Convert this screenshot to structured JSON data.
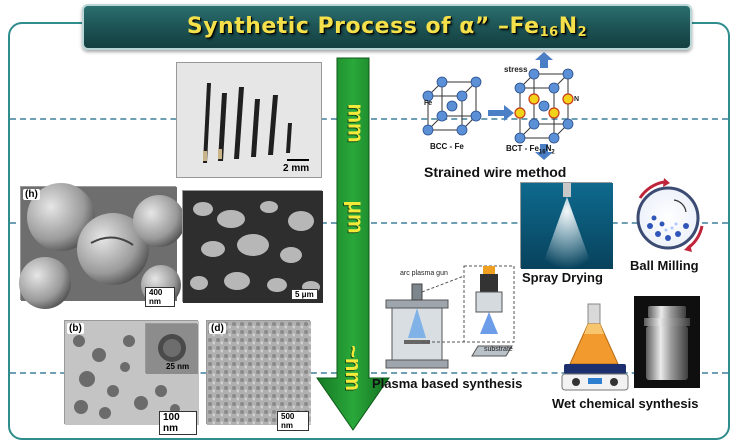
{
  "title": {
    "prefix": "Synthetic Process of α” –Fe",
    "sub1": "16",
    "mid": "N",
    "sub2": "2"
  },
  "scale_labels": {
    "mm": "mm",
    "um": "μm",
    "nm": "~nm"
  },
  "micrographs": {
    "wire_scale": "2 mm",
    "h_tag": "(h)",
    "h_scale": "400 nm",
    "particles_scale": "5 μm",
    "b_tag": "(b)",
    "inset_scale": "25 nm",
    "b_scale": "100 nm",
    "d_tag": "(d)",
    "d_scale": "500 nm"
  },
  "strained_wire": {
    "bcc_atom": "Fe",
    "bcc_caption_main": "BCC - Fe",
    "bct_atom": "N",
    "bct_caption_main": "BCT - Fe",
    "bct_sub1": "16",
    "bct_mid": "N",
    "bct_sub2": "2",
    "stress": "stress",
    "method": "Strained wire method"
  },
  "spray_drying": {
    "method": "Spray Drying"
  },
  "ball_milling": {
    "method": "Ball Milling"
  },
  "plasma": {
    "gun_label": "arc plasma gun",
    "substrate_label": "substrate",
    "method": "Plasma based synthesis"
  },
  "wet_chemical": {
    "method": "Wet chemical synthesis"
  },
  "colors": {
    "frame": "#2f8d8e",
    "banner": "#1c5152",
    "title_text": "#f4e04a",
    "arrow": "#1f8a2e",
    "scale_text": "#f3ea3a",
    "dashed_line": "#6f9fb3",
    "atom_fe": "#5b8fd6",
    "atom_n": "#f5d21a",
    "stress_arrow": "#4a7fc6"
  }
}
